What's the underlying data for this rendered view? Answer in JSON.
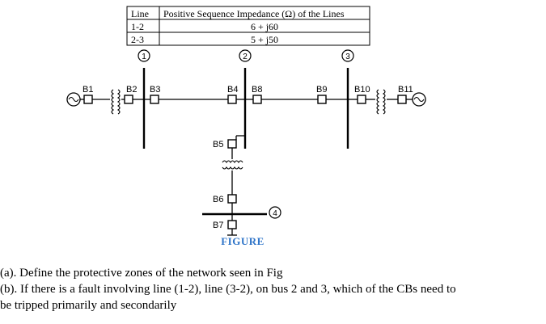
{
  "table": {
    "headers": [
      "Line",
      "Positive Sequence Impedance (Ω) of the Lines"
    ],
    "rows": [
      {
        "line": "1-2",
        "impedance": "6 + j60"
      },
      {
        "line": "2-3",
        "impedance": "5 + j50"
      }
    ]
  },
  "buses": [
    "1",
    "2",
    "3",
    "4"
  ],
  "breakers": [
    "B1",
    "B2",
    "B3",
    "B4",
    "B8",
    "B9",
    "B10",
    "B11",
    "B5",
    "B6",
    "B7"
  ],
  "figure_label": "FIGURE",
  "questions": [
    "(a). Define the protective zones of the network seen in Fig",
    "(b). If there is a fault involving line (1-2), line (3-2), on bus 2 and 3, which of the CBs need to",
    "be tripped primarily and secondarily"
  ]
}
